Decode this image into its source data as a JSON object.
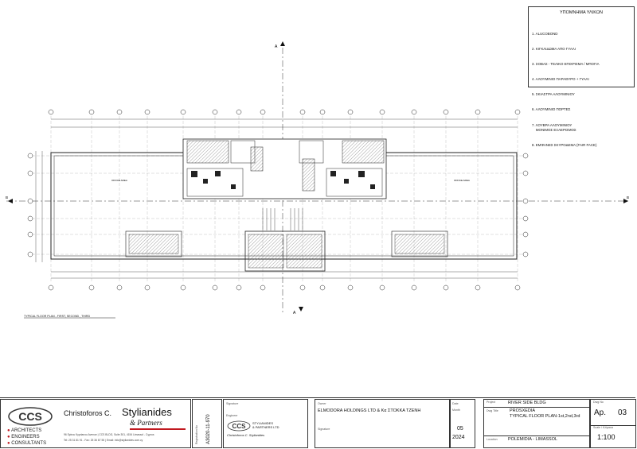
{
  "legend": {
    "title": "ΥΠΟΜΝΗΜΑ ΥΛΙΚΩΝ",
    "items": [
      "1. ALUCOBOND",
      "2. ΚΙΓΚΛΙΔΩΜΑ ΑΠΟ ΓΥΑΛΙ",
      "3. ΣΟΒΑΣ - ΤΕΛΙΚΟ ΕΠΙΧΡΙΣΜΑ / ΜΠΟΓΙΑ",
      "4. ΑΛΟΥΜΙΝΙΟ ΠΑΡΑΘΥΡΟ + ΓΥΑΛΙ",
      "5. ΣΚΙΑΣΤΡΑ ΑΛΟΥΜΙΝΙΟΥ",
      "6. ΑΛΟΥΜΙΝΙΟ ΠΟΡΤΕΣ",
      "7. ΛΟΥΒΡΑ ΑΛΟΥΜΙΝΙΟΥ\n    ΜΟΝΙΜΟΣ ΕΞΑΕΡΙΣΜΟΣ",
      "8. ΕΜΦΑΝΕΣ ΣΚΥΡΟΔΕΜΑ (FAIR FACE)"
    ]
  },
  "plan": {
    "section_mark": "A",
    "axis_mark": "B",
    "caption": "TYPICAL FLOOR PLAN - FIRST, SECOND , THIRD",
    "office_left": "OFFICE AREA",
    "office_right": "OFFICE AREA"
  },
  "titleblock": {
    "logo_text": "CCS",
    "firm_first": "Christoforos C.",
    "firm_last": "Stylianides",
    "firm_partners": "& Partners",
    "disciplines": [
      "ARCHITECTS",
      "ENGINEERS",
      "CONSULTANTS"
    ],
    "address": "96 Spirou Kyprianou Avenue  |  CCS BLDG, Suite 301, 4154 Limassol - Cyprus",
    "contact": "Tel: 25 31 81 91  -  Fax: 25 36 87 55  |  Email: info@stylianides.com.cy",
    "reg_label": "Registration No",
    "reg_value": "A3020-11-970",
    "signature_label": "Signature",
    "engineer_label": "Engineer",
    "stamp_title": "CCS",
    "stamp_line1": "STYLIANIDES",
    "stamp_line2": "& PARTNERS LTD",
    "stamp_line3": "Christoforos C. Stylianides",
    "owner_label": "Owner",
    "owner_value": "ELMODORA HOLDINGS LTD   & Κα ΣΤΟΚΚΑ ΤΖΕΝΗ",
    "owner_sig_label": "Signature",
    "date_label": "Date",
    "month_label": "Month",
    "month_value": "05",
    "year_value": "2024",
    "project_label": "Project",
    "project_value": "RIVER SIDE BLDG",
    "drawing_label": "Dwg Title",
    "drawing_value1": "PROSXEDIA",
    "drawing_value2": "TYPICAL FLOOR PLAN-1st,2nd,3rd",
    "location_label": "Location",
    "location_value": "POLEMIDIA - LIMASSOL",
    "dwgno_label": "Dwg No",
    "dwgno_prefix": "Ap.",
    "dwgno_value": "03",
    "scale_label": "Scale / Κλίμακα",
    "scale_value": "1:100"
  },
  "colors": {
    "accent_red": "#c0181f",
    "line": "#222222",
    "hatch": "#555555"
  }
}
